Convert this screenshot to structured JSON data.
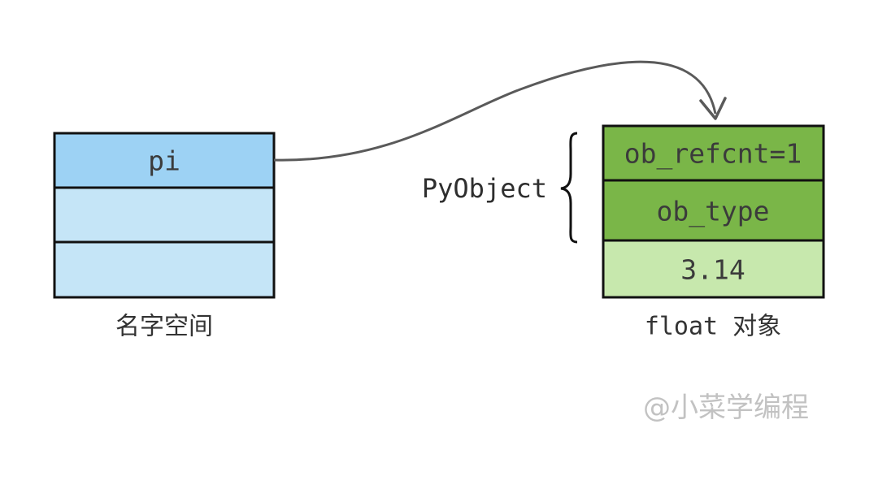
{
  "namespace": {
    "caption": "名字空间",
    "rows": [
      "pi",
      "",
      ""
    ]
  },
  "float_object": {
    "caption": "float 对象",
    "fields": [
      "ob_refcnt=1",
      "ob_type",
      "3.14"
    ],
    "header_label": "PyObject"
  },
  "watermark": "@小菜学编程",
  "colors": {
    "namespace_header": "#9dd2f4",
    "namespace_body": "#c5e5f7",
    "object_header": "#7ab648",
    "object_value": "#c7e8ad",
    "border": "#111111",
    "arrow": "#5a5a5a"
  }
}
